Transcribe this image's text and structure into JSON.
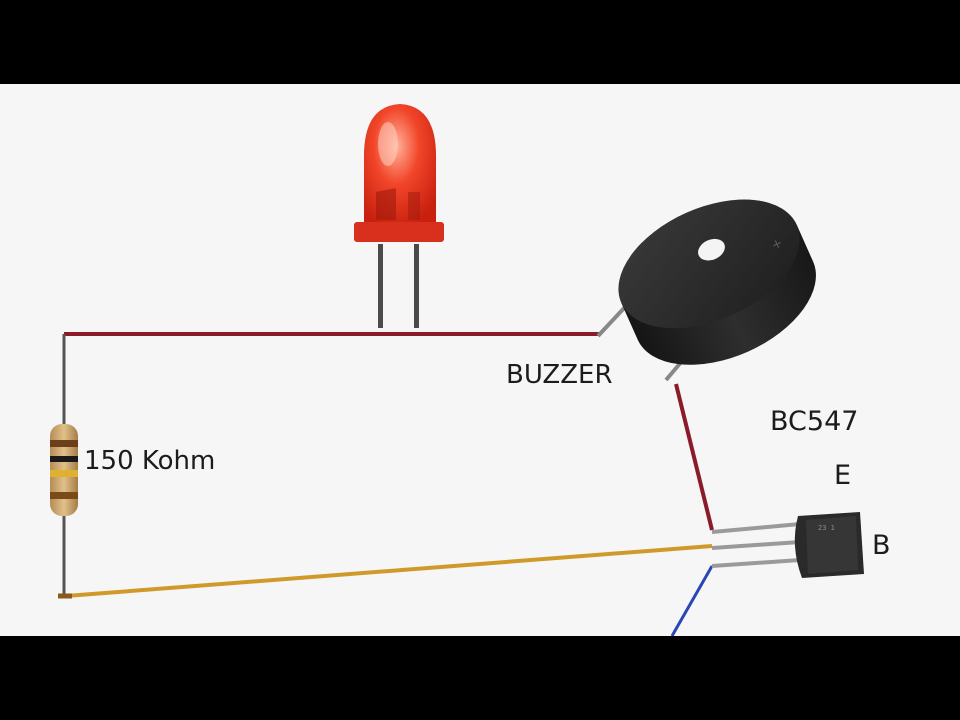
{
  "labels": {
    "buzzer": "BUZZER",
    "resistor": "150 Kohm",
    "transistor": "BC547",
    "emitter": "E",
    "base": "B"
  },
  "components": {
    "led": {
      "icon": "led-icon",
      "color": "#e8321e"
    },
    "buzzer": {
      "icon": "buzzer-icon",
      "color": "#2b2b2b",
      "marking": "+"
    },
    "resistor": {
      "icon": "resistor-icon",
      "body_color": "#cfa66e",
      "bands": [
        "#6b3e1c",
        "#1a1a1a",
        "#e0b030",
        "#7a4a1a"
      ]
    },
    "transistor": {
      "icon": "transistor-icon",
      "color": "#2a2a2a"
    }
  },
  "colors": {
    "wire_red": "#8a1b2a",
    "wire_gold": "#d09a2a",
    "wire_blue": "#2a45b5",
    "background": "#f6f6f6",
    "letterbox": "#000000"
  }
}
